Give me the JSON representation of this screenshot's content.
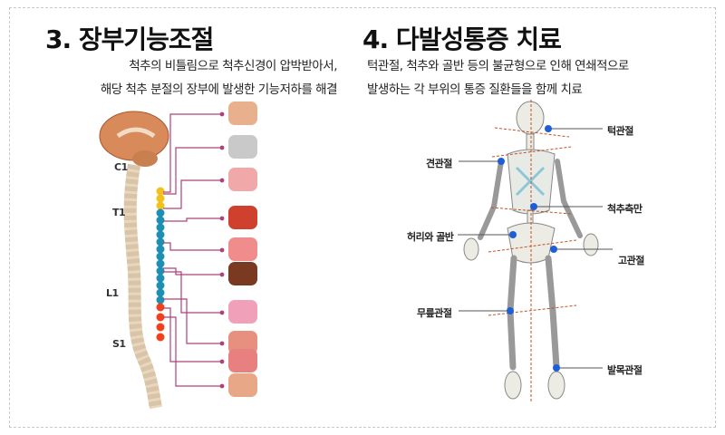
{
  "left": {
    "title": "3. 장부기능조절",
    "desc_line1": "척추의 비틀림으로 척추신경이 압박받아서,",
    "desc_line2": "해당 척추 분절의 장부에 발생한 기능저하를 해결",
    "vertebra_labels": [
      "C1",
      "T1",
      "L1",
      "S1"
    ],
    "organs": [
      "eye-icon",
      "jaw-icon",
      "lungs-icon",
      "heart-icon",
      "stomach-icon",
      "liver-icon",
      "intestine-icon",
      "kidney-icon",
      "bladder-icon",
      "pelvis-icon"
    ]
  },
  "right": {
    "title": "4. 다발성통증 치료",
    "desc_line1": "턱관절, 척추와 골반 등의 불균형으로 인해 연쇄적으로",
    "desc_line2": "발생하는 각 부위의 통증 질환들을 함께 치료",
    "joints": [
      "턱관절",
      "견관절",
      "척추측만",
      "허리와 골반",
      "고관절",
      "무릎관절",
      "발목관절"
    ]
  },
  "colors": {
    "accent_line": "#b0407a",
    "joint_dot": "#1f5fd6",
    "axis_line": "#c0502a"
  }
}
